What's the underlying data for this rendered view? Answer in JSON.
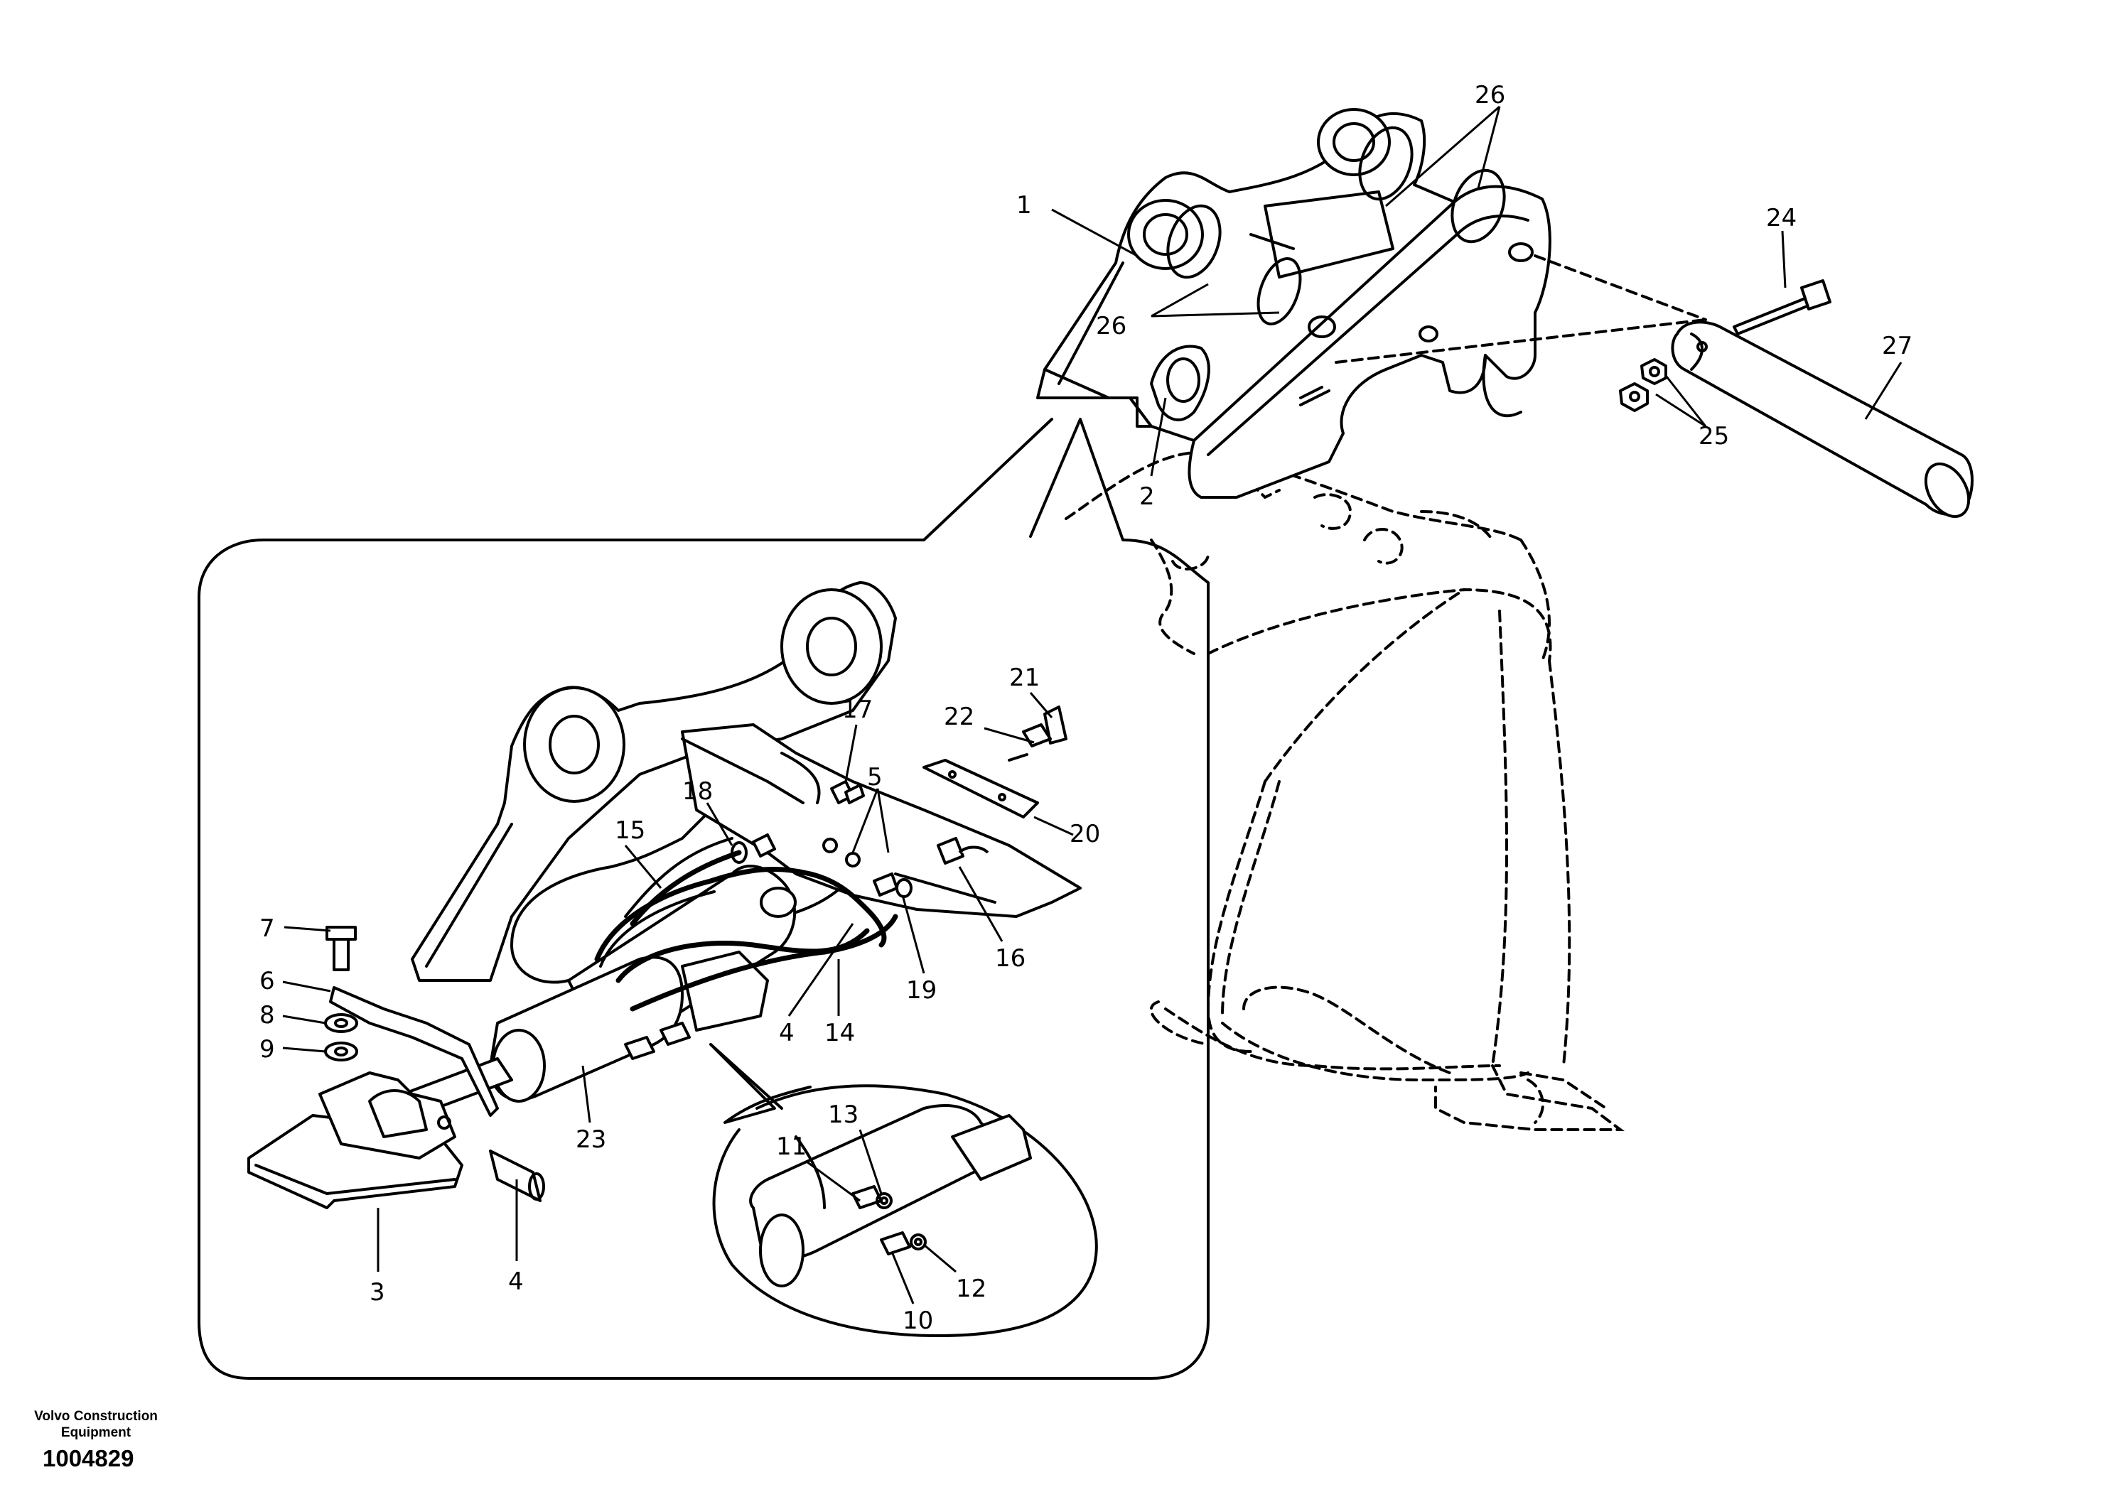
{
  "callouts": [
    {
      "id": "c1",
      "text": "1"
    },
    {
      "id": "c2",
      "text": "2"
    },
    {
      "id": "c26a",
      "text": "26"
    },
    {
      "id": "c26b",
      "text": "26"
    },
    {
      "id": "c24",
      "text": "24"
    },
    {
      "id": "c27",
      "text": "27"
    },
    {
      "id": "c25",
      "text": "25"
    },
    {
      "id": "c21",
      "text": "21"
    },
    {
      "id": "c22",
      "text": "22"
    },
    {
      "id": "c17",
      "text": "17"
    },
    {
      "id": "c5",
      "text": "5"
    },
    {
      "id": "c18",
      "text": "18"
    },
    {
      "id": "c15",
      "text": "15"
    },
    {
      "id": "c20",
      "text": "20"
    },
    {
      "id": "c16",
      "text": "16"
    },
    {
      "id": "c19",
      "text": "19"
    },
    {
      "id": "c4a",
      "text": "4"
    },
    {
      "id": "c14",
      "text": "14"
    },
    {
      "id": "c7",
      "text": "7"
    },
    {
      "id": "c6",
      "text": "6"
    },
    {
      "id": "c8",
      "text": "8"
    },
    {
      "id": "c9",
      "text": "9"
    },
    {
      "id": "c23",
      "text": "23"
    },
    {
      "id": "c3",
      "text": "3"
    },
    {
      "id": "c4b",
      "text": "4"
    },
    {
      "id": "c11",
      "text": "11"
    },
    {
      "id": "c13",
      "text": "13"
    },
    {
      "id": "c12",
      "text": "12"
    },
    {
      "id": "c10",
      "text": "10"
    }
  ],
  "footer": {
    "credit_line1": "Volvo Construction",
    "credit_line2": "Equipment",
    "drawing_number": "1004829"
  }
}
